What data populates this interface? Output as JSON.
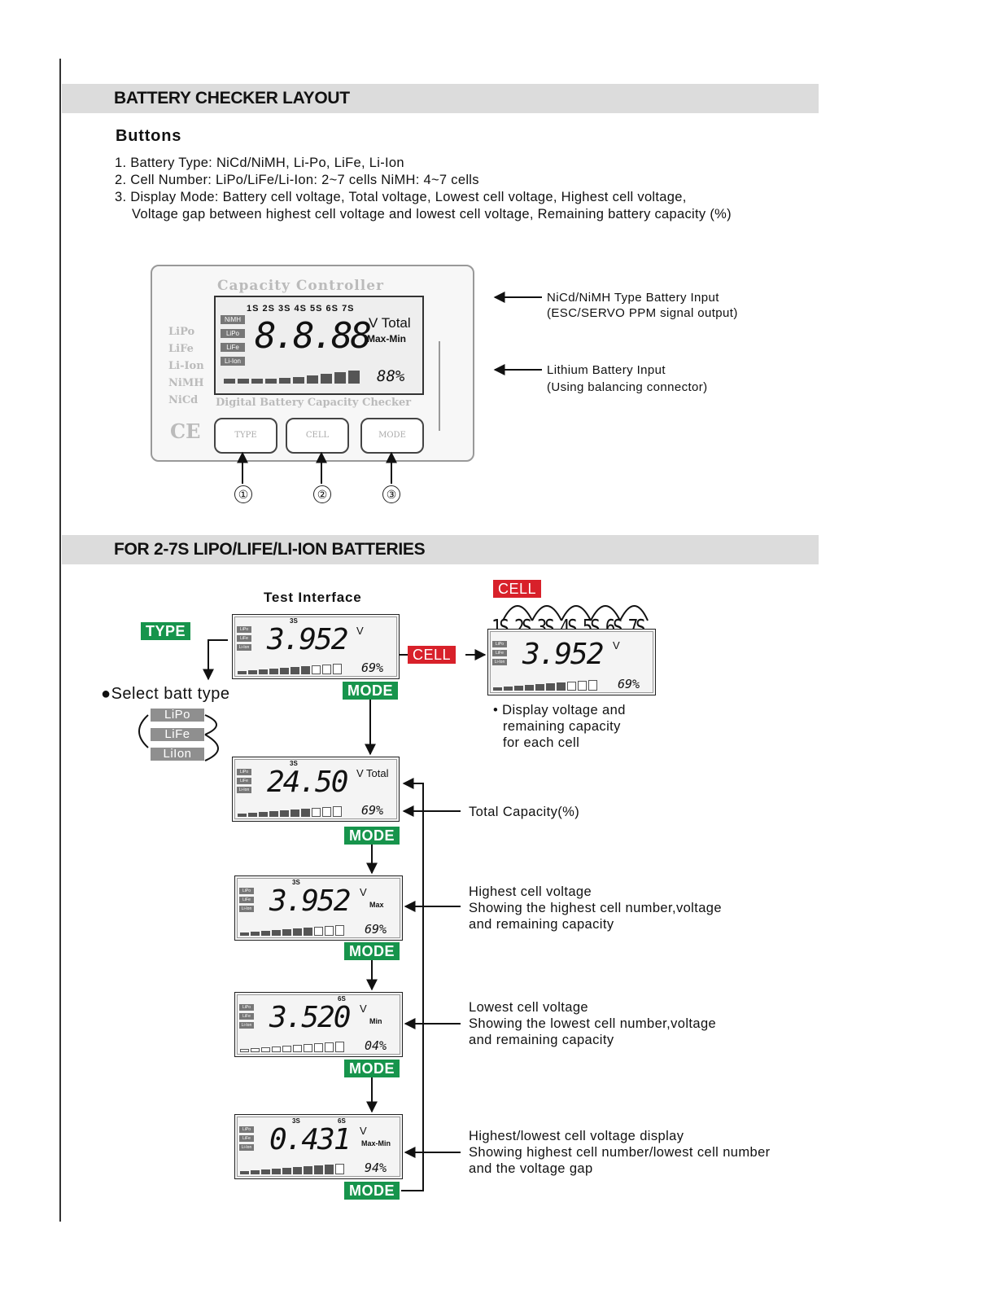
{
  "section1": {
    "title": "BATTERY CHECKER LAYOUT",
    "subtitle": "Buttons",
    "items": [
      "1. Battery Type: NiCd/NiMH, Li-Po, LiFe, Li-Ion",
      "2. Cell Number: LiPo/LiFe/Li-Ion: 2~7 cells   NiMH: 4~7 cells",
      "3. Display Mode: Battery cell voltage, Total voltage, Lowest cell voltage, Highest cell voltage,",
      "    Voltage gap between highest cell voltage and lowest cell voltage, Remaining battery capacity (%)"
    ]
  },
  "device": {
    "header": "Capacity Controller",
    "footer": "Digital Battery Capacity Checker",
    "cells_row": "1S 2S 3S 4S 5S 6S 7S",
    "types": [
      "NiMH",
      "LiPo",
      "LiFe",
      "Li-Ion"
    ],
    "side_types": [
      "LiPo",
      "LiFe",
      "Li-Ion",
      "NiMH",
      "NiCd"
    ],
    "ce": "CE",
    "digits": "8.8.88",
    "v_total": "V Total",
    "max_min": "Max-Min",
    "pct": "88%",
    "buttons": [
      "TYPE",
      "CELL",
      "MODE"
    ],
    "callouts": [
      "①",
      "②",
      "③"
    ],
    "right_labels": {
      "nicd_1": "NiCd/NiMH Type Battery Input",
      "nicd_2": "(ESC/SERVO PPM signal output)",
      "lith_1": "Lithium Battery Input",
      "lith_2": "(Using balancing connector)"
    }
  },
  "section2": {
    "title": "FOR 2-7S LIPO/LIFE/LI-ION BATTERIES",
    "test_interface": "Test  Interface",
    "type_tag": "TYPE",
    "cell_tag": "CELL",
    "mode_tag": "MODE",
    "select_batt": "●Select batt type",
    "batt_options": [
      "LiPo",
      "LiFe",
      "LiIon"
    ],
    "cells_seq": "1S 2S 3S 4S 5S 6S 7S",
    "cell_note": [
      "• Display voltage and",
      "remaining capacity",
      "for each cell"
    ],
    "lcd_types": [
      "LiPo",
      "LiFe",
      "Li-Ion"
    ],
    "screens": [
      {
        "cell": "3S",
        "digits": "3.952",
        "unit": "V",
        "sub": "",
        "pct": "69%"
      },
      {
        "cell": "",
        "digits": "3.952",
        "unit": "V",
        "sub": "",
        "pct": "69%"
      },
      {
        "cell": "3S",
        "digits": "24.50",
        "unit": "V Total",
        "sub": "",
        "pct": "69%"
      },
      {
        "cell": "3S",
        "digits": "3.952",
        "unit": "V",
        "sub": "Max",
        "pct": "69%"
      },
      {
        "cell": "6S",
        "digits": "3.520",
        "unit": "V",
        "sub": "Min",
        "pct": "04%"
      },
      {
        "cell": "3S",
        "cell2": "6S",
        "digits": "0.431",
        "unit": "V",
        "sub": "Max-Min",
        "pct": "94%"
      }
    ],
    "notes": {
      "total": "Total Capacity(%)",
      "high": [
        "Highest cell voltage",
        "Showing the highest cell number,voltage",
        "and remaining capacity"
      ],
      "low": [
        "Lowest cell voltage",
        "Showing the lowest cell number,voltage",
        "and remaining capacity"
      ],
      "gap": [
        "Highest/lowest cell voltage display",
        "Showing highest cell number/lowest cell number",
        "and  the voltage gap"
      ]
    }
  },
  "colors": {
    "green": "#17944c",
    "red": "#d8212a",
    "band": "#dcdcdc"
  }
}
